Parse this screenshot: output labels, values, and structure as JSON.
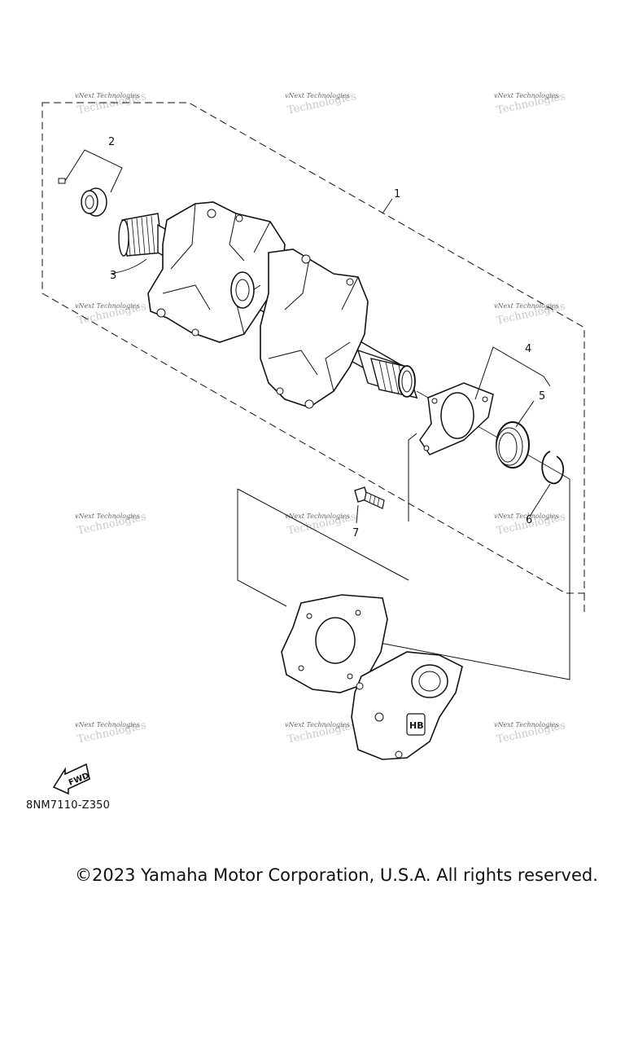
{
  "callouts": {
    "c1": "1",
    "c2": "2",
    "c3": "3",
    "c4": "4",
    "c5": "5",
    "c6": "6",
    "c7": "7"
  },
  "watermark": {
    "line1": "vNext Technologies",
    "line2": "Technologies"
  },
  "fwd_label": "FWD",
  "brake_badge": "HB",
  "diagram_code": "8NM7110-Z350",
  "copyright": "©2023 Yamaha Motor Corporation, U.S.A. All rights reserved.",
  "colors": {
    "line": "#111111",
    "background": "#ffffff",
    "watermark": "#666666"
  }
}
